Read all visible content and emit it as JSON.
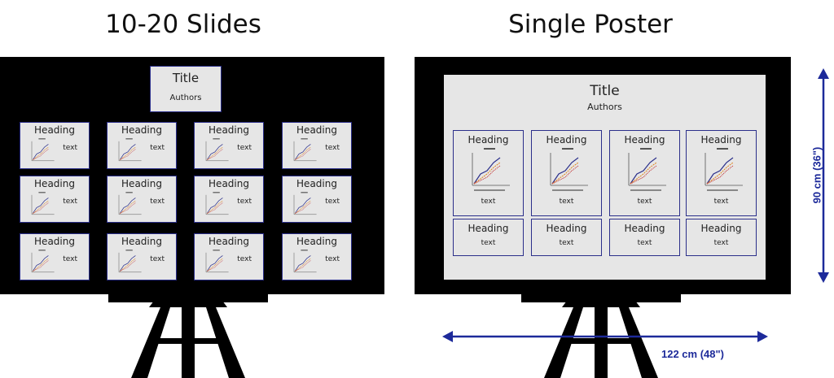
{
  "left_panel": {
    "heading": "10-20 Slides",
    "title_slide": {
      "title": "Title",
      "authors": "Authors"
    },
    "slide_heading": "Heading",
    "slide_text": "text"
  },
  "right_panel": {
    "heading": "Single Poster",
    "poster_title": "Title",
    "poster_authors": "Authors",
    "box_heading": "Heading",
    "box_text": "text"
  },
  "dimensions": {
    "height_label": "90 cm (36\")",
    "width_label": "122 cm (48\")"
  },
  "colors": {
    "board": "#000000",
    "panel": "#e6e6e6",
    "border": "#2b2f8a",
    "arrow": "#1d2a9a"
  }
}
